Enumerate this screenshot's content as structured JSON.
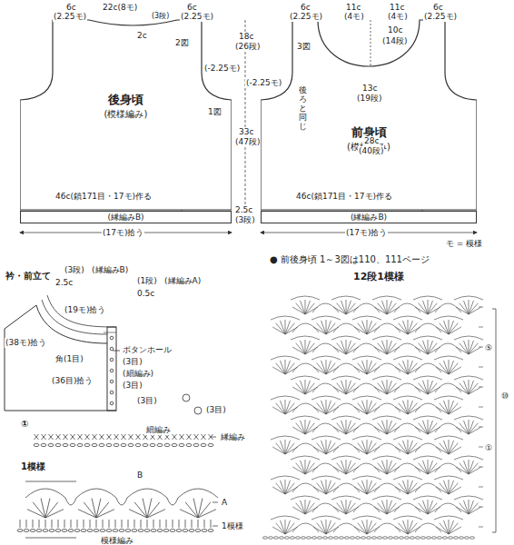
{
  "diagram": {
    "nodes": [
      {
        "text": [
          "後身頃",
          "(模様編み)"
        ]
      },
      {
        "text": [
          "(縁編みB)"
        ]
      },
      {
        "text": [
          "前身頃",
          "(模様編み)"
        ]
      },
      {
        "text": [
          "(縁編みB)"
        ]
      }
    ],
    "labels": [
      "6c",
      "(2.25モ)",
      "22c(8モ)",
      "(3段)",
      "6c",
      "(2.25モ)",
      "2c",
      "2図",
      "1図",
      "(-2.25モ)",
      "18c",
      "(26段)",
      "33c",
      "(47段)",
      "2.5c",
      "(3段)",
      "46c(鎖171目・17モ)作る",
      "(17モ)拾う",
      "(-2.25モ)",
      "後ろと同じ",
      "6c",
      "(2.25モ)",
      "11c",
      "(4モ)",
      "11c",
      "(4モ)",
      "6c",
      "(2.25モ)",
      "3図",
      "10c",
      "(14段)",
      "13c",
      "(19段)",
      "28c",
      "(40段)",
      "46c(鎖171目・17モ)作る",
      "(17モ)拾う",
      "モ = 模様",
      "● 前後身頃 1～3図は110、111ページ",
      "衿・前立て",
      "(3段)",
      "(縁編みB)",
      "2.5c",
      "(1段)",
      "(縁編みA)",
      "0.5c",
      "(19モ)拾う",
      "(38モ)拾う",
      "角(1目)",
      "ボタンホール",
      "(3目)",
      "(36目)拾う",
      "(細編み)",
      "(3目)",
      "(3目)",
      "(3目)",
      "細編み",
      "①",
      "縁編み",
      "1模様",
      "B",
      "A",
      "1模様",
      "模様編み",
      "12段1模様",
      "⑩",
      "⑤",
      "①"
    ]
  }
}
